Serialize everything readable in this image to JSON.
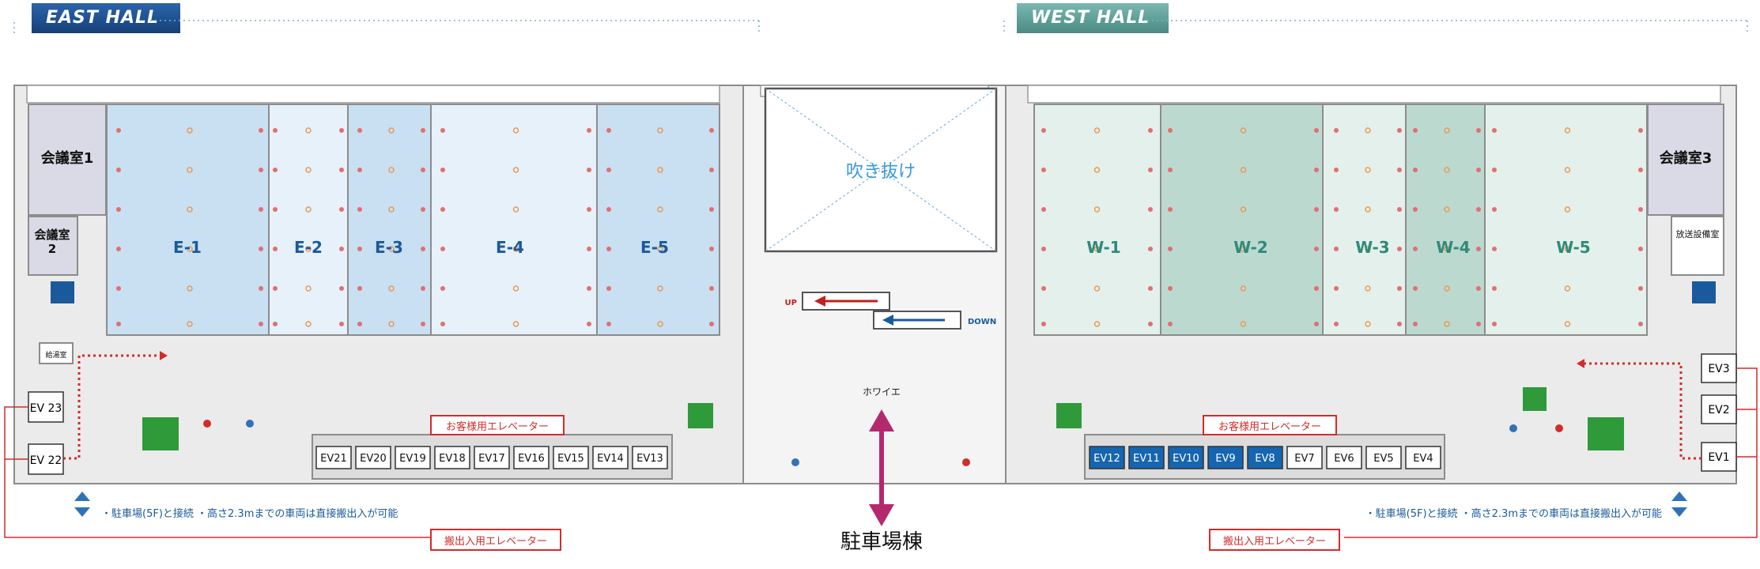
{
  "halls": {
    "east_label": "EAST HALL",
    "west_label": "WEST HALL"
  },
  "rooms": {
    "east_exhibit": [
      "E-1",
      "E-2",
      "E-3",
      "E-4",
      "E-5"
    ],
    "west_exhibit": [
      "W-1",
      "W-2",
      "W-3",
      "W-4",
      "W-5"
    ],
    "meeting_room_1": "会議室1",
    "meeting_room_2_a": "会議室",
    "meeting_room_2_b": "2",
    "meeting_room_3": "会議室3",
    "broadcast_room": "放送設備室",
    "water_room": "給湯室",
    "atrium": "吹き抜け",
    "foyer": "ホワイエ",
    "parking_building": "駐車場棟"
  },
  "escalator": {
    "up_label": "UP",
    "down_label": "DOWN"
  },
  "elevators": {
    "guest_label_east": "お客様用エレベーター",
    "guest_label_west": "お客様用エレベーター",
    "freight_label_east": "搬出入用エレベーター",
    "freight_label_west": "搬出入用エレベーター",
    "east_row": [
      "EV21",
      "EV20",
      "EV19",
      "EV18",
      "EV17",
      "EV16",
      "EV15",
      "EV14",
      "EV13"
    ],
    "west_row_highlight": [
      "EV12",
      "EV11",
      "EV10",
      "EV9",
      "EV8"
    ],
    "west_row_plain": [
      "EV7",
      "EV6",
      "EV5",
      "EV4"
    ],
    "east_freight": [
      "EV 23",
      "EV 22"
    ],
    "west_freight": [
      "EV3",
      "EV2",
      "EV1"
    ]
  },
  "notes": {
    "east": "・駐車場(5F)と接続  ・高さ2.3mまでの車両は直接搬出入が可能",
    "west": "・駐車場(5F)と接続  ・高さ2.3mまでの車両は直接搬出入が可能"
  },
  "colors": {
    "east_dark": "#c9dff2",
    "east_light": "#e6f1fa",
    "west_dark": "#bcd9d0",
    "west_light": "#e4f0eb",
    "corridor": "#ebebeb",
    "wall": "#9a9a9a",
    "red_accent": "#d22c2c",
    "blue_text": "#1a5a9c",
    "west_text": "#2f8a7a",
    "elevator_highlight": "#1565b0"
  },
  "icons": {
    "exit": "emergency-exit-icon",
    "smoking": "smoking-area-icon",
    "restroom": "restroom-icon",
    "accessible": "accessible-restroom-icon",
    "arrow": "vertical-double-arrow-icon"
  }
}
